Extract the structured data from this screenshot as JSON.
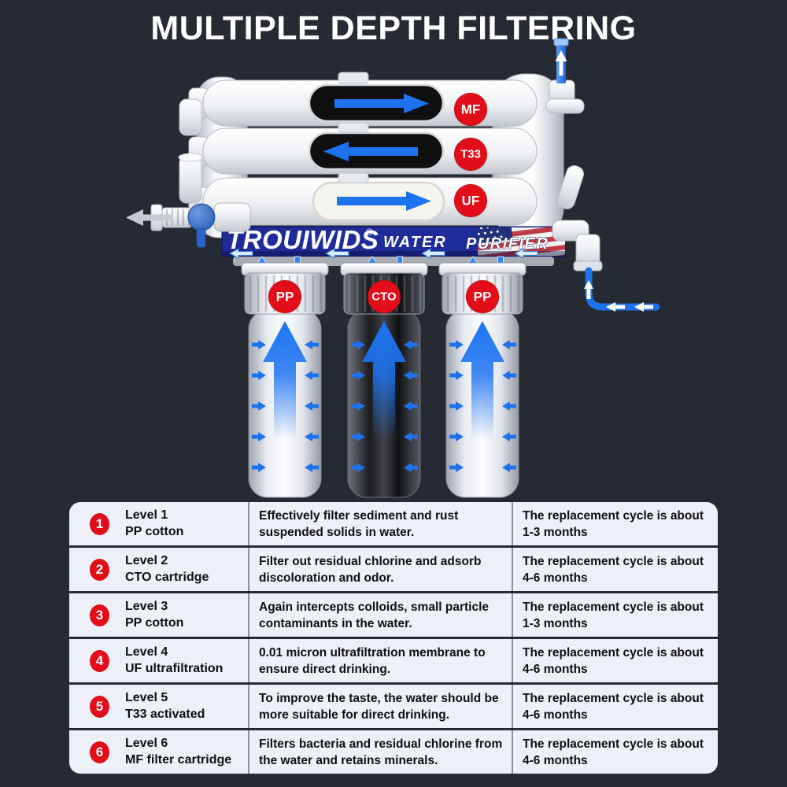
{
  "title": "MULTIPLE DEPTH FILTERING",
  "diagram": {
    "brand": {
      "name": "TROUIWIDS",
      "reg": "®",
      "word1": "WATER",
      "word2": "PURIFIER"
    },
    "stage_labels": {
      "mf": "MF",
      "t33": "T33",
      "uf": "UF",
      "pp_left": "PP",
      "cto": "CTO",
      "pp_right": "PP"
    },
    "colors": {
      "background": "#252a33",
      "label_red": "#e20d19",
      "banner_blue": "#1e2b99",
      "flow_blue": "#1d72ee"
    }
  },
  "table": {
    "rows": [
      {
        "num": "1",
        "level": "Level 1",
        "name": "PP cotton",
        "description": "Effectively filter sediment and rust suspended solids in water.",
        "cycle": "The replacement cycle is about 1-3 months"
      },
      {
        "num": "2",
        "level": "Level 2",
        "name": "CTO cartridge",
        "description": "Filter out residual chlorine and adsorb discoloration and odor.",
        "cycle": "The replacement cycle is about 4-6 months"
      },
      {
        "num": "3",
        "level": "Level 3",
        "name": "PP cotton",
        "description": "Again intercepts colloids, small particle contaminants in the water.",
        "cycle": "The replacement cycle is about 1-3 months"
      },
      {
        "num": "4",
        "level": "Level 4",
        "name": "UF ultrafiltration",
        "description": "0.01 micron ultrafiltration membrane to ensure direct drinking.",
        "cycle": "The replacement cycle is about 4-6 months"
      },
      {
        "num": "5",
        "level": "Level 5",
        "name": "T33 activated",
        "description": "To improve the taste, the water should be more suitable for direct drinking.",
        "cycle": "The replacement cycle is about 4-6 months"
      },
      {
        "num": "6",
        "level": "Level 6",
        "name": "MF filter cartridge",
        "description": "Filters bacteria and residual chlorine from the water and retains minerals.",
        "cycle": "The replacement cycle is about 4-6 months"
      }
    ]
  }
}
